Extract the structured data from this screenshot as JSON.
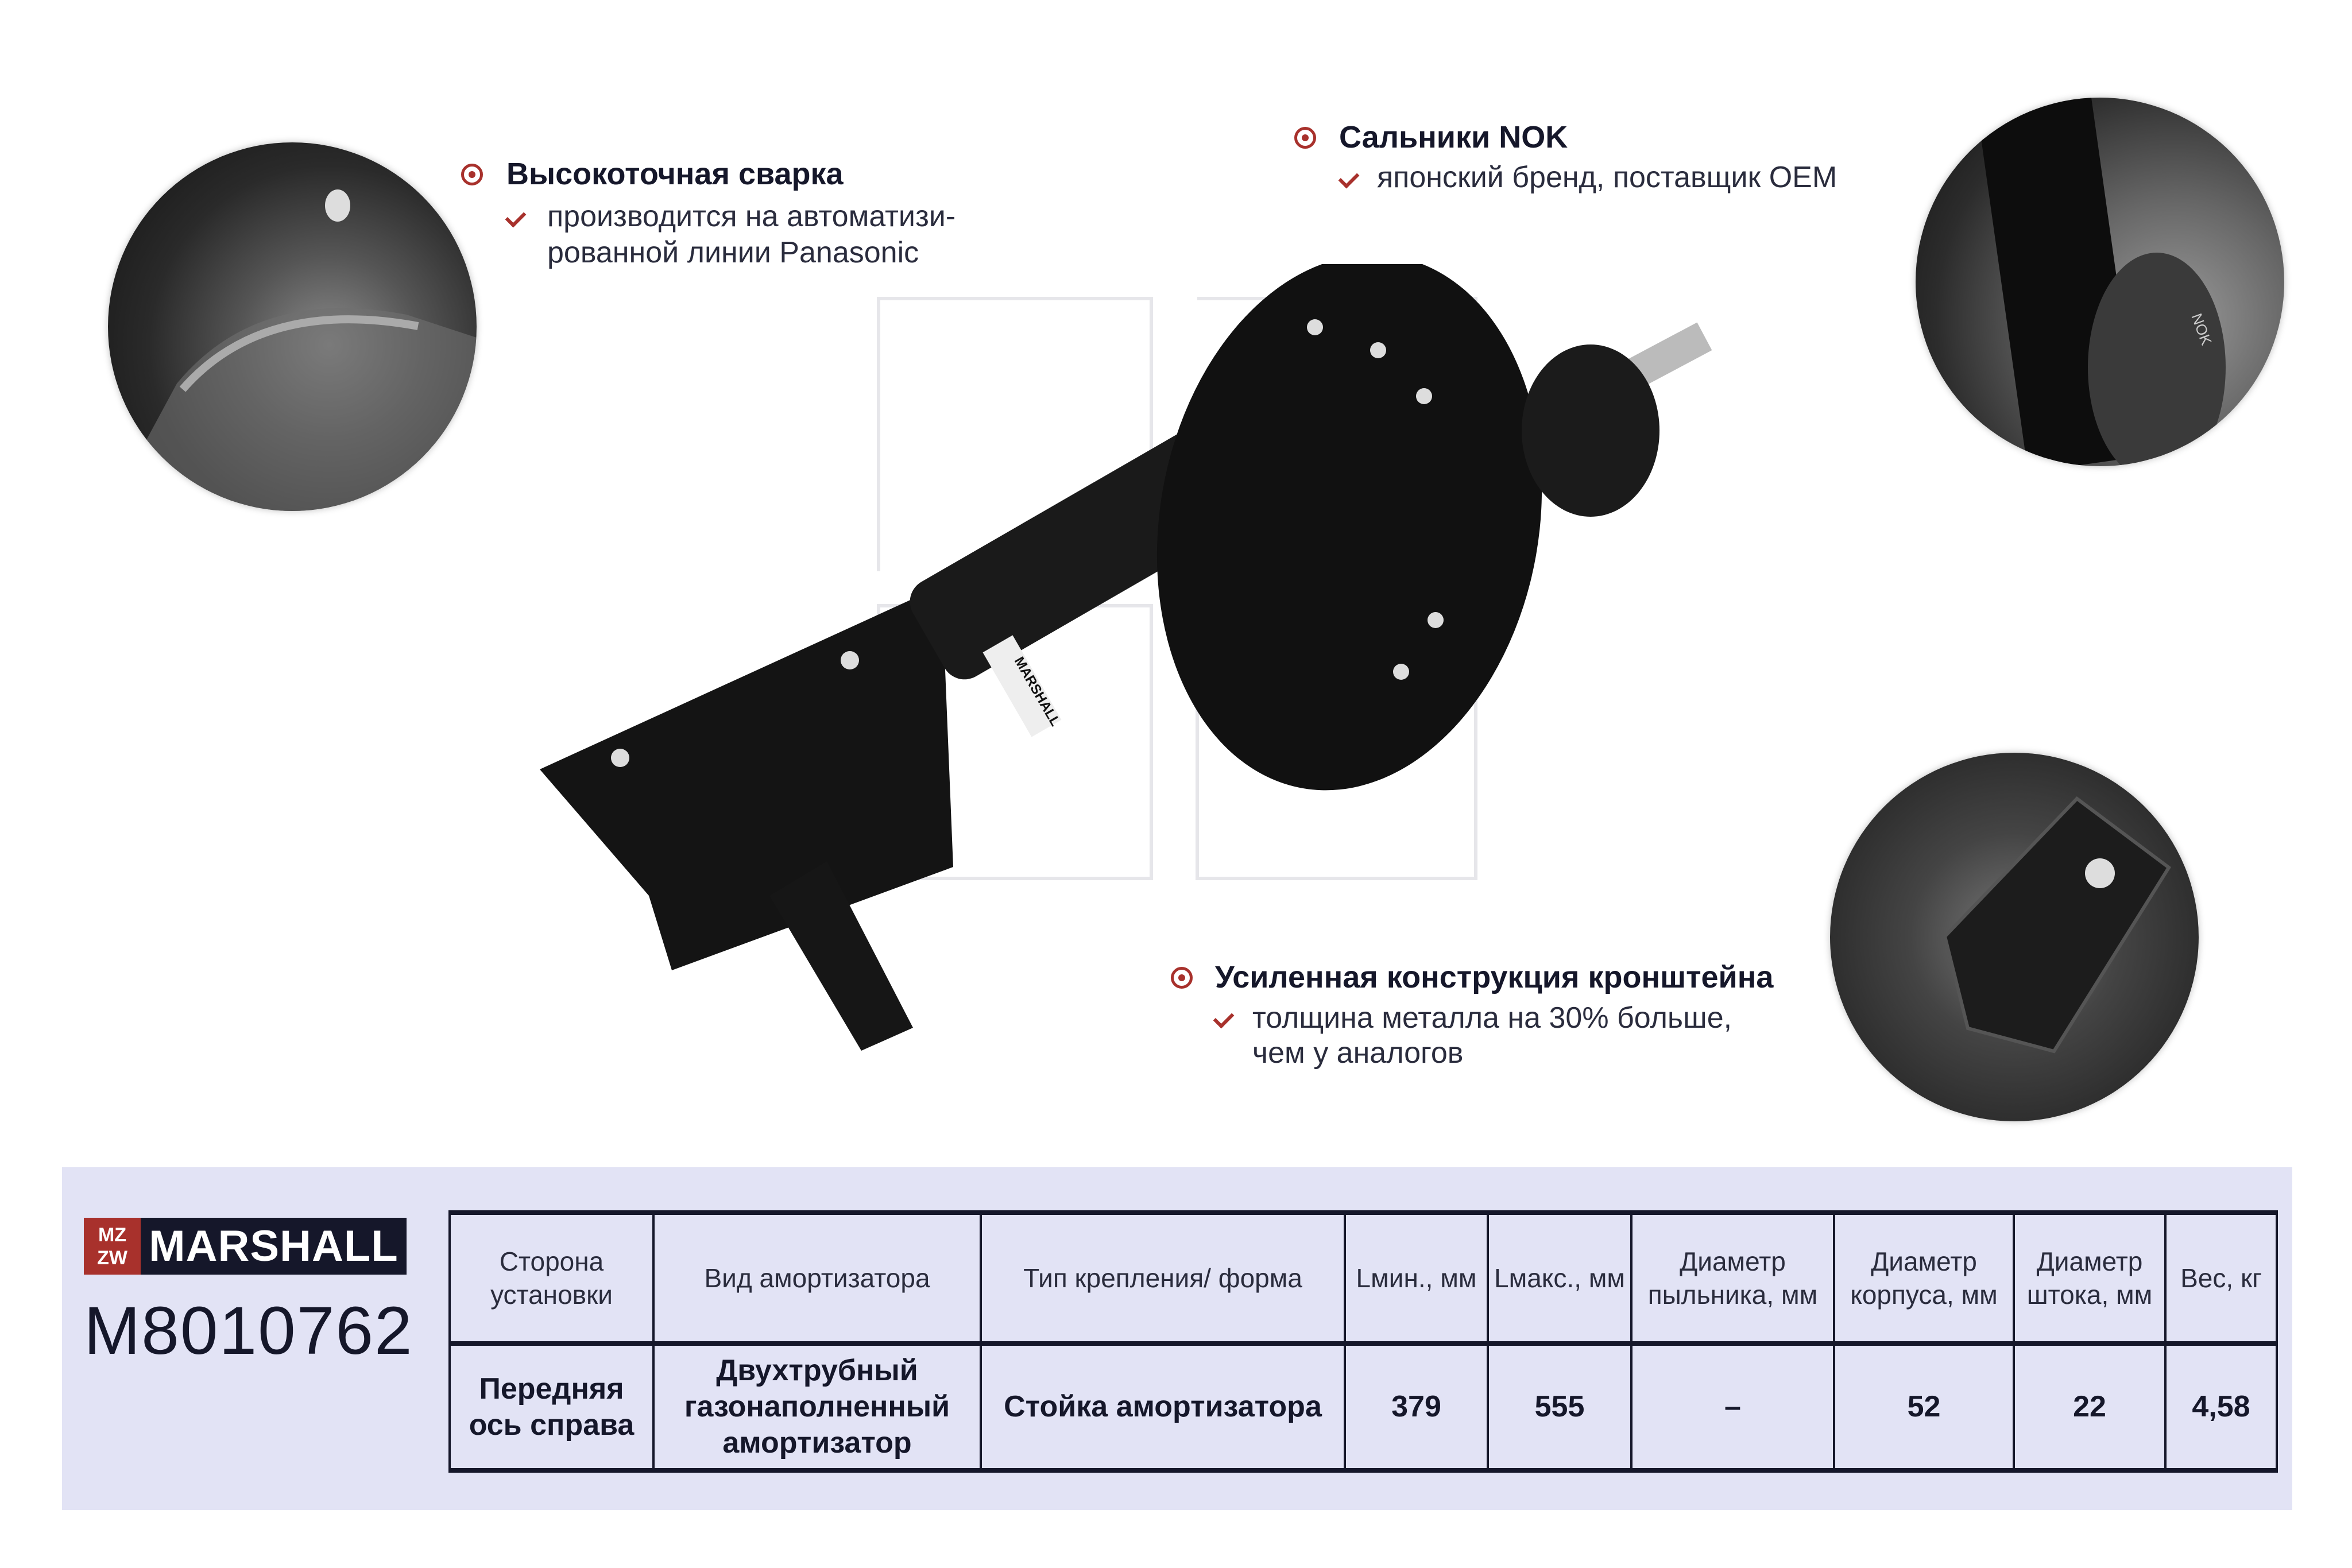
{
  "brand": {
    "name": "MARSHALL",
    "mark": "MZ ZW",
    "accent_color": "#a8312c",
    "dark_color": "#15172a"
  },
  "part_number": "M8010762",
  "callouts": [
    {
      "title": "Высокоточная сварка",
      "lines": [
        "производится на автоматизи-",
        "рованной линии Panasonic"
      ]
    },
    {
      "title": "Сальники NOK",
      "lines": [
        "японский бренд, поставщик OEM"
      ]
    },
    {
      "title": "Усиленная конструкция кронштейна",
      "lines": [
        "толщина металла на 30% больше,",
        "чем у аналогов"
      ]
    }
  ],
  "product_label": "MARSHALL",
  "seal_label": "NOK",
  "table": {
    "headers": [
      "Сторона установки",
      "Вид амортизатора",
      "Тип крепления/ форма",
      "Lмин., мм",
      "Lмакс., мм",
      "Диаметр пыльника, мм",
      "Диаметр корпуса, мм",
      "Диаметр штока, мм",
      "Вес, кг"
    ],
    "values": [
      "Передняя ось справа",
      "Двухтрубный газонаполненный амортизатор",
      "Стойка амортизатора",
      "379",
      "555",
      "–",
      "52",
      "22",
      "4,58"
    ]
  }
}
